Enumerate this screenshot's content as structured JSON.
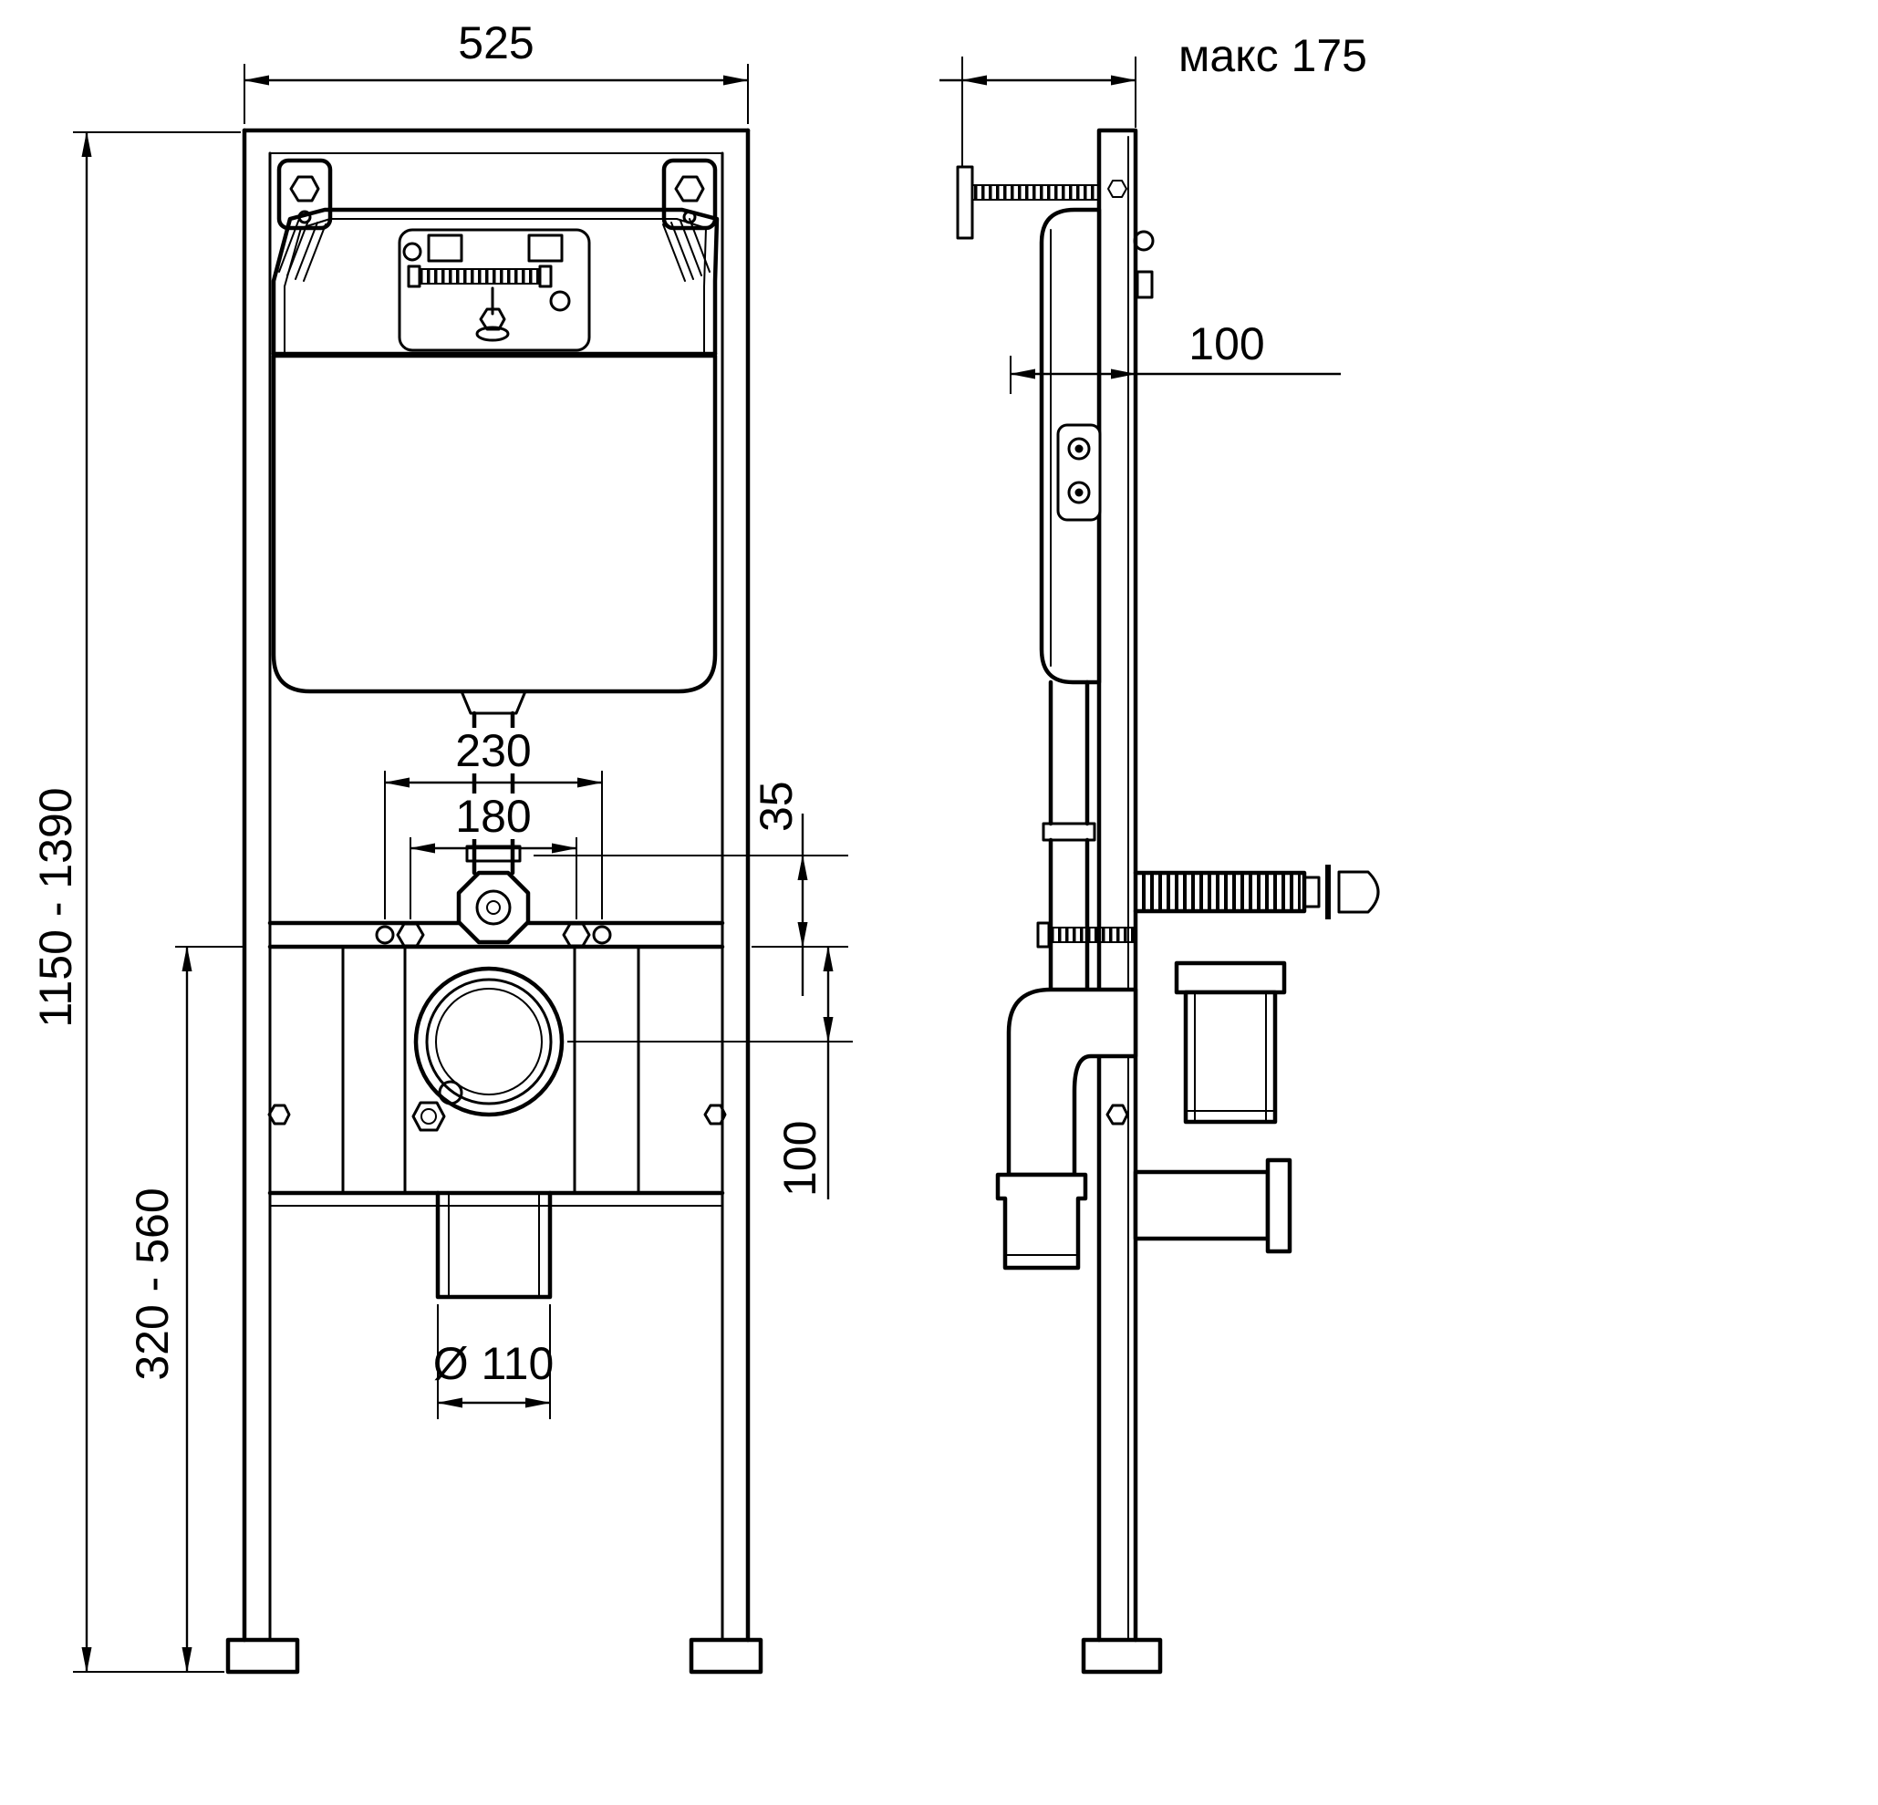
{
  "colors": {
    "line": "#000000",
    "background": "#ffffff"
  },
  "dimensions": {
    "front": {
      "frame_width": "525",
      "overall_height": "1150 - 1390",
      "fixing_span_outer": "230",
      "fixing_span_inner": "180",
      "outlet_offset": "35",
      "rail_height_range": "320 - 560",
      "outlet_center_height": "100",
      "drain_diameter": "Ø 110"
    },
    "side": {
      "max_depth": "макс 175",
      "body_depth": "100"
    }
  }
}
